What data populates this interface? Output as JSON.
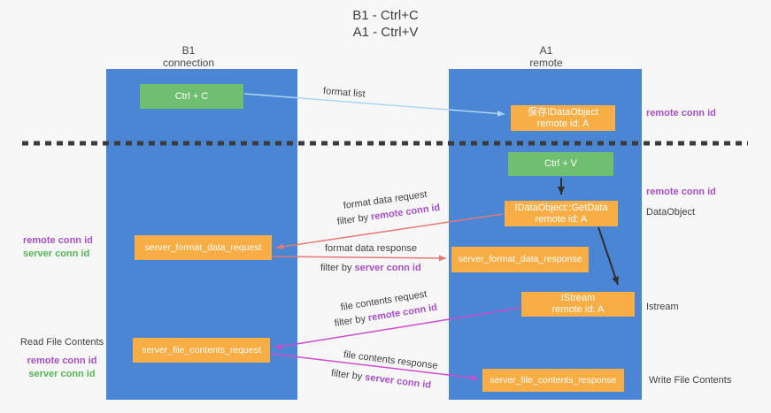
{
  "title": {
    "line1": "B1 - Ctrl+C",
    "line2": "A1 - Ctrl+V"
  },
  "lanes": {
    "left": {
      "name": "B1",
      "role": "connection"
    },
    "right": {
      "name": "A1",
      "role": "remote"
    }
  },
  "boxes": {
    "ctrl_c": {
      "label": "Ctrl + C"
    },
    "save_idataobject": {
      "line1": "保存IDataObject",
      "line2": "remote id: A"
    },
    "ctrl_v": {
      "label": "Ctrl + V"
    },
    "getdata": {
      "line1": "IDataObject::GetData",
      "line2": "remote id: A"
    },
    "format_request": {
      "label": "server_format_data_request"
    },
    "format_response": {
      "label": "server_format_data_response"
    },
    "istream": {
      "line1": "IStream",
      "line2": "remote id: A"
    },
    "file_request": {
      "label": "server_file_contents_request"
    },
    "file_response": {
      "label": "server_file_contents_response"
    }
  },
  "flow": {
    "format_list": "format list",
    "format_data_request": "format data request",
    "format_data_response": "format data response",
    "file_contents_request": "file contents request",
    "file_contents_response": "file contents response",
    "filter_by": "filter by "
  },
  "terms": {
    "remote_conn_id": "remote conn id",
    "server_conn_id": "server conn id"
  },
  "side": {
    "dataobject": "DataObject",
    "istream": "Istream",
    "read_file": "Read File Contents",
    "write_file": "Write File Contents"
  },
  "colors": {
    "lane_blue": "#4a86d4",
    "box_green": "#70bf71",
    "box_orange": "#f9ad45",
    "remote_purple": "#a64fc6",
    "server_green": "#55b455",
    "arrow_salmon": "#e57878",
    "arrow_magenta": "#cb4dcb",
    "arrow_lightblue": "#aad7f5",
    "arrow_black": "#2f2f2f"
  }
}
